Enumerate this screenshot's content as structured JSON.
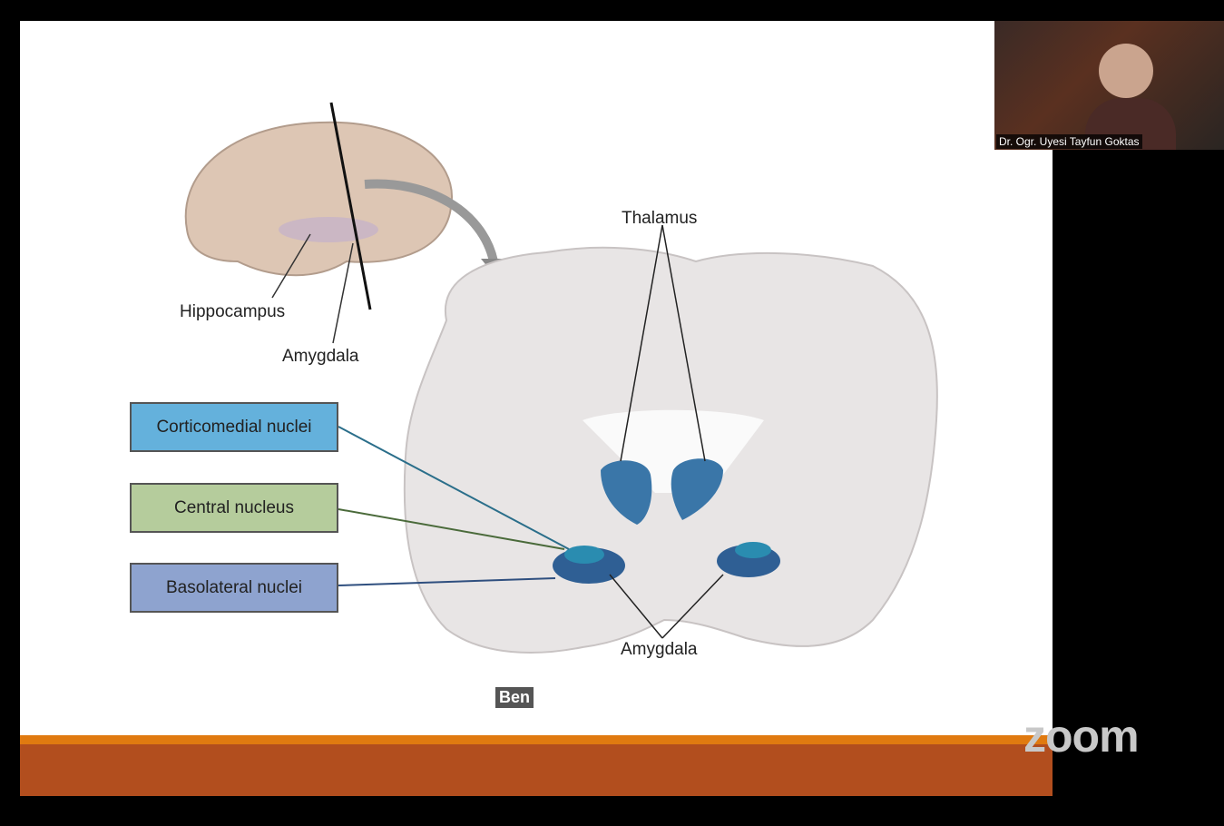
{
  "slide": {
    "labels": {
      "thalamus": "Thalamus",
      "hippocampus": "Hippocampus",
      "amygdala_top": "Amygdala",
      "amygdala_bottom": "Amygdala"
    },
    "boxes": [
      {
        "label": "Corticomedial nuclei",
        "color": "#64b1dc"
      },
      {
        "label": "Central nucleus",
        "color": "#b5cc9c"
      },
      {
        "label": "Basolateral nuclei",
        "color": "#8ea3cf"
      }
    ],
    "colors": {
      "orange_line": "#e07a10",
      "footer": "#b24e1e",
      "thalamus": "#3a76a8"
    }
  },
  "speaker_caption": "Ben",
  "video": {
    "participant_name": "Dr. Ogr. Uyesi Tayfun Goktas"
  },
  "watermark": "zoom"
}
